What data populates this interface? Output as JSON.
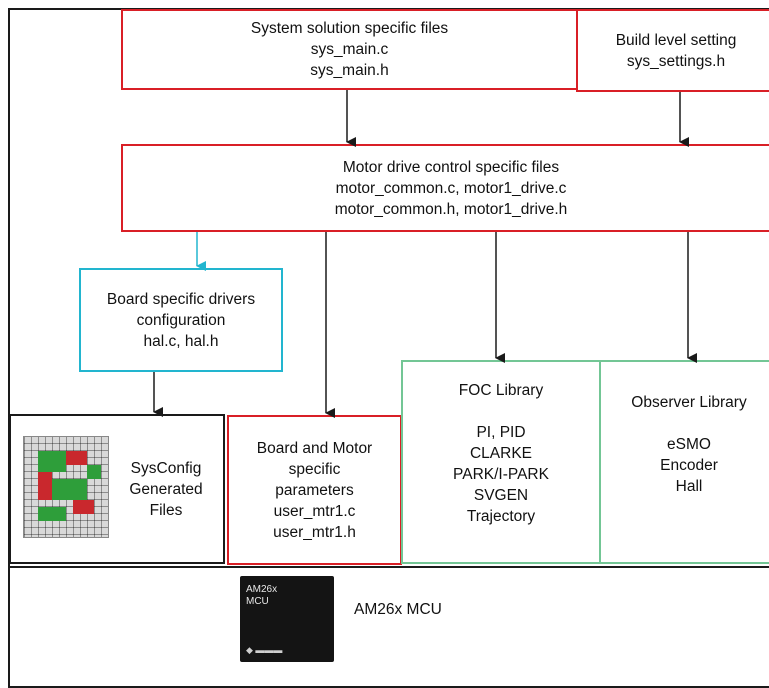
{
  "system_box": {
    "lines": [
      "System solution specific files",
      "sys_main.c",
      "sys_main.h"
    ]
  },
  "build_box": {
    "lines": [
      "Build level setting",
      "sys_settings.h"
    ]
  },
  "motor_box": {
    "lines": [
      "Motor drive control specific files",
      "motor_common.c, motor1_drive.c",
      "motor_common.h, motor1_drive.h"
    ]
  },
  "board_box": {
    "lines": [
      "Board specific drivers",
      "configuration",
      "hal.c, hal.h"
    ]
  },
  "sysconfig_box": {
    "lines": [
      "SysConfig",
      "Generated",
      "Files"
    ]
  },
  "params_box": {
    "lines": [
      "Board and Motor",
      "specific",
      "parameters",
      "user_mtr1.c",
      "user_mtr1.h"
    ]
  },
  "foc_box": {
    "title": "FOC Library",
    "items": [
      "PI, PID",
      "CLARKE",
      "PARK/I-PARK",
      "SVGEN",
      "Trajectory"
    ]
  },
  "observer_box": {
    "title": "Observer Library",
    "items": [
      "eSMO",
      "Encoder",
      "Hall"
    ]
  },
  "mcu": {
    "chip_line1": "AM26x",
    "chip_line2": "MCU",
    "label": "AM26x MCU"
  },
  "colors": {
    "red": "#d91f26",
    "cyan": "#22b5cf",
    "green": "#73c695",
    "black": "#1a1a1a"
  }
}
